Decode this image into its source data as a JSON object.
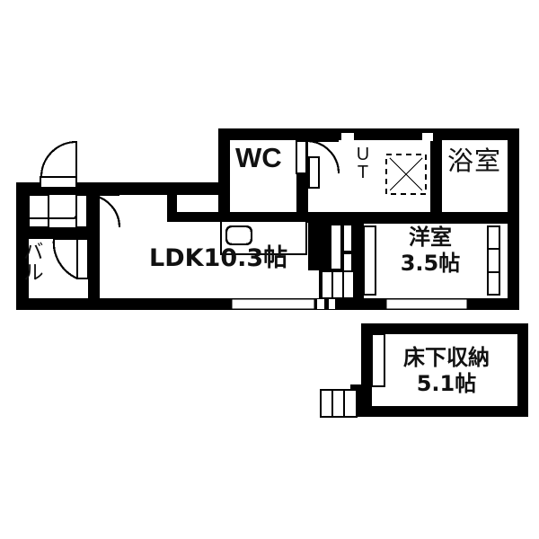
{
  "plan": {
    "type": "floor-plan",
    "title": "1LDK apartment floor plan",
    "rooms": [
      {
        "key": "ldk",
        "label": "LDK10.3帖",
        "name": "LDK",
        "size": "10.3帖"
      },
      {
        "key": "wc",
        "label": "WC",
        "name": "WC",
        "size": ""
      },
      {
        "key": "ut",
        "label": "U\nT",
        "name": "UT",
        "size": ""
      },
      {
        "key": "bath",
        "label": "浴室",
        "name": "浴室",
        "size": ""
      },
      {
        "key": "bedroom",
        "label": "洋室\n3.5帖",
        "name": "洋室",
        "size": "3.5帖"
      },
      {
        "key": "storage",
        "label": "床下収納\n5.1帖",
        "name": "床下収納",
        "size": "5.1帖"
      },
      {
        "key": "balcony",
        "label": "バル",
        "name": "バルコニー",
        "size": ""
      }
    ],
    "labels": {
      "ldk": "LDK10.3帖",
      "wc": "WC",
      "ut_line1": "U",
      "ut_line2": "T",
      "bath": "浴室",
      "bedroom_name": "洋室",
      "bedroom_size": "3.5帖",
      "storage_name": "床下収納",
      "storage_size": "5.1帖",
      "balcony": "バル"
    },
    "colors": {
      "wall": "#000000",
      "background": "#ffffff",
      "line": "#000000",
      "text": "#111111"
    },
    "fixtures": [
      {
        "name": "entrance-door",
        "type": "swing-door"
      },
      {
        "name": "shoe-cabinet",
        "type": "cabinet"
      },
      {
        "name": "genkan-step",
        "type": "step-line"
      },
      {
        "name": "hall-door",
        "type": "swing-door"
      },
      {
        "name": "balcony-door",
        "type": "swing-door"
      },
      {
        "name": "wc-door",
        "type": "swing-door"
      },
      {
        "name": "kitchen-sink",
        "type": "sink"
      },
      {
        "name": "washer-space",
        "type": "dashed-square"
      },
      {
        "name": "bedroom-window",
        "type": "window"
      },
      {
        "name": "ldk-window",
        "type": "window"
      },
      {
        "name": "stairs",
        "type": "stairs"
      }
    ]
  }
}
